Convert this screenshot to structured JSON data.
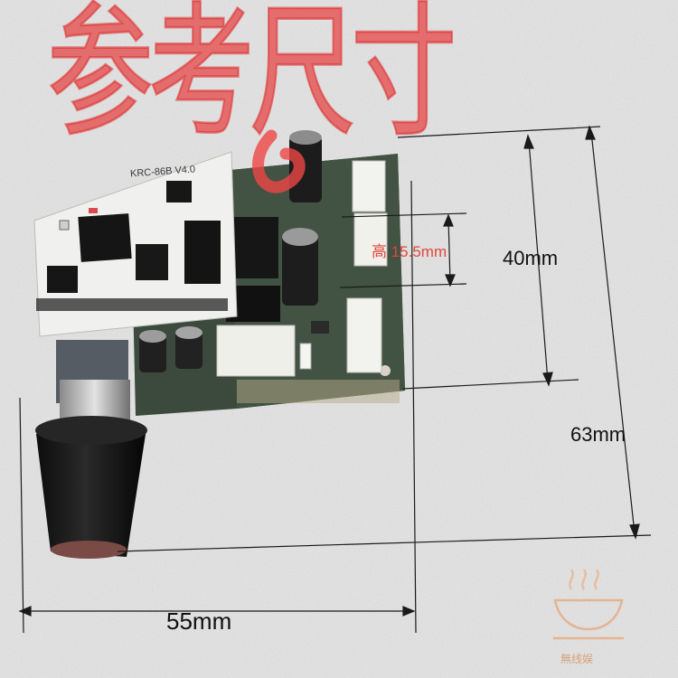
{
  "image": {
    "title_overlay": "参考尺寸",
    "board_label": "KRC-86B V4.0",
    "dimensions": {
      "width": "55mm",
      "length": "63mm",
      "board_length": "40mm",
      "height": "高 15.5mm"
    },
    "watermark_text": "無线娱"
  },
  "colors": {
    "pcb": "#3b4a3c",
    "overlay_red": "#e2463e",
    "connector": "#f2f2ee"
  }
}
